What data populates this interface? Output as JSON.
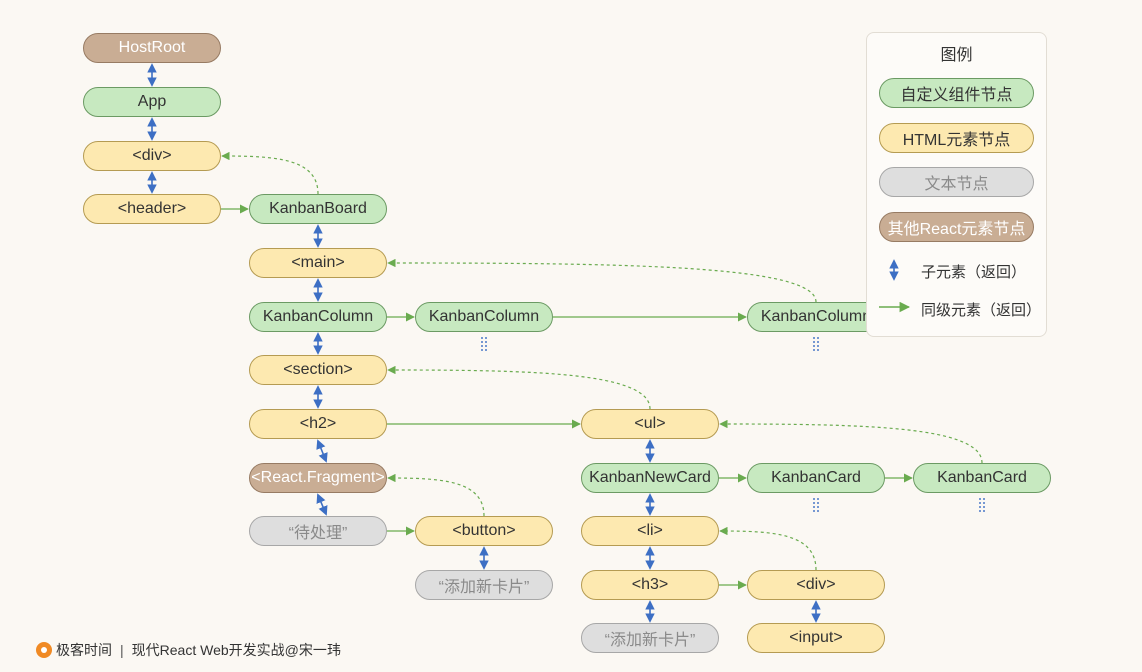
{
  "nodes": [
    {
      "id": "hostroot",
      "label": "HostRoot",
      "kind": "other"
    },
    {
      "id": "app",
      "label": "App",
      "kind": "custom"
    },
    {
      "id": "div1",
      "label": "<div>",
      "kind": "html"
    },
    {
      "id": "header",
      "label": "<header>",
      "kind": "html"
    },
    {
      "id": "kanbanboard",
      "label": "KanbanBoard",
      "kind": "custom"
    },
    {
      "id": "main",
      "label": "<main>",
      "kind": "html"
    },
    {
      "id": "col1",
      "label": "KanbanColumn",
      "kind": "custom"
    },
    {
      "id": "col2",
      "label": "KanbanColumn",
      "kind": "custom"
    },
    {
      "id": "col3",
      "label": "KanbanColumn",
      "kind": "custom"
    },
    {
      "id": "section",
      "label": "<section>",
      "kind": "html"
    },
    {
      "id": "h2",
      "label": "<h2>",
      "kind": "html"
    },
    {
      "id": "ul",
      "label": "<ul>",
      "kind": "html"
    },
    {
      "id": "fragment",
      "label": "<React.Fragment>",
      "kind": "other"
    },
    {
      "id": "newcard",
      "label": "KanbanNewCard",
      "kind": "custom"
    },
    {
      "id": "card1",
      "label": "KanbanCard",
      "kind": "custom"
    },
    {
      "id": "card2",
      "label": "KanbanCard",
      "kind": "custom"
    },
    {
      "id": "text1",
      "label": "“待处理”",
      "kind": "text"
    },
    {
      "id": "button",
      "label": "<button>",
      "kind": "html"
    },
    {
      "id": "li",
      "label": "<li>",
      "kind": "html"
    },
    {
      "id": "text2",
      "label": "“添加新卡片”",
      "kind": "text"
    },
    {
      "id": "h3",
      "label": "<h3>",
      "kind": "html"
    },
    {
      "id": "div2",
      "label": "<div>",
      "kind": "html"
    },
    {
      "id": "text3",
      "label": "“添加新卡片”",
      "kind": "text"
    },
    {
      "id": "input",
      "label": "<input>",
      "kind": "html"
    }
  ],
  "edges": {
    "child": [
      [
        "hostroot",
        "app"
      ],
      [
        "app",
        "div1"
      ],
      [
        "div1",
        "header"
      ],
      [
        "kanbanboard",
        "main"
      ],
      [
        "main",
        "col1"
      ],
      [
        "col1",
        "section"
      ],
      [
        "section",
        "h2"
      ],
      [
        "h2",
        "fragment"
      ],
      [
        "fragment",
        "text1"
      ],
      [
        "button",
        "text2"
      ],
      [
        "ul",
        "newcard"
      ],
      [
        "newcard",
        "li"
      ],
      [
        "li",
        "h3"
      ],
      [
        "h3",
        "text3"
      ],
      [
        "div2",
        "input"
      ]
    ],
    "sibling": [
      [
        "header",
        "kanbanboard"
      ],
      [
        "col1",
        "col2"
      ],
      [
        "col2",
        "col3"
      ],
      [
        "h2",
        "ul"
      ],
      [
        "newcard",
        "card1"
      ],
      [
        "card1",
        "card2"
      ],
      [
        "text1",
        "button"
      ],
      [
        "h3",
        "div2"
      ]
    ],
    "return": [
      [
        "kanbanboard",
        "div1"
      ],
      [
        "col3",
        "main"
      ],
      [
        "ul",
        "section"
      ],
      [
        "card2",
        "ul"
      ],
      [
        "button",
        "fragment"
      ],
      [
        "div2",
        "li"
      ]
    ],
    "continued": [
      "col2",
      "col3",
      "card1",
      "card2"
    ]
  },
  "legend": {
    "title": "图例",
    "items": [
      {
        "label": "自定义组件节点",
        "kind": "custom"
      },
      {
        "label": "HTML元素节点",
        "kind": "html"
      },
      {
        "label": "文本节点",
        "kind": "text"
      },
      {
        "label": "其他React元素节点",
        "kind": "other"
      }
    ],
    "child_label": "子元素（返回）",
    "sibling_label": "同级元素（返回）"
  },
  "colors": {
    "custom": "#c7e9c0",
    "html": "#fde9b0",
    "text": "#dedede",
    "other": "#c9ad94",
    "child_arrow": "#3d6fc4",
    "sibling_arrow": "#6aab4f"
  },
  "footer": {
    "brand": "极客时间",
    "separator": "|",
    "course": "现代React Web开发实战@宋一玮"
  }
}
